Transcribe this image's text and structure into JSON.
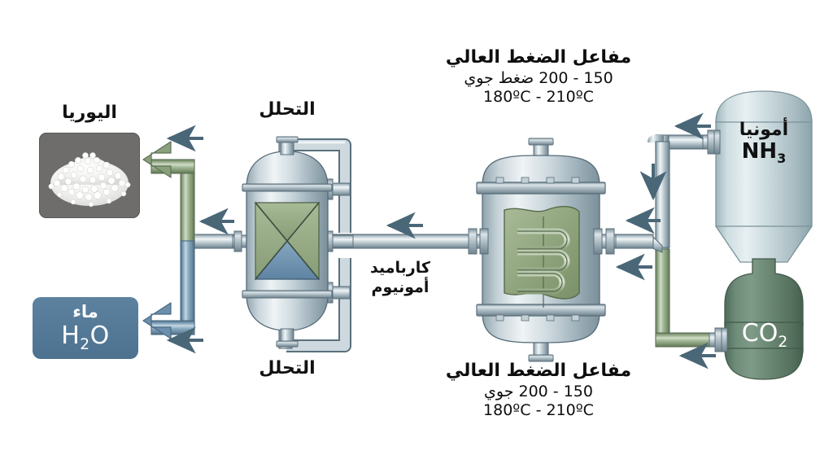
{
  "diagram": {
    "title_semantic": "urea-production-process-diagram",
    "language": "ar",
    "colors": {
      "arrow": "#4a6778",
      "pipe_metal_light": "#e6edf0",
      "pipe_metal_mid": "#aebcc4",
      "pipe_metal_dark": "#5d7280",
      "green_stream": "#8ba07e",
      "blue_stream": "#6b8fad",
      "vessel_body": "#b9c6cc",
      "vessel_green_fill": "#93a883",
      "vessel_blue_fill": "#6f94b2",
      "ammonia_tank": "#c3d4d8",
      "co2_tank": "#5f7f6c",
      "water_box": "#527696",
      "urea_box": "#6e6d6b",
      "text": "#111111"
    }
  },
  "labels": {
    "reactor_top": {
      "title": "مفاعل الضغط العالي",
      "pressure": "150 - 200 ضغط جوي",
      "temperature": "180ºC - 210ºC"
    },
    "reactor_bottom": {
      "title": "مفاعل الضغط العالي",
      "pressure": "150 - 200 جوي",
      "temperature": "180ºC - 210ºC"
    },
    "decomposition_top": "التحلل",
    "decomposition_bottom": "التحلل",
    "carbamate_line1": "كارباميد",
    "carbamate_line2": "أمونيوم",
    "urea_caption": "اليوريا",
    "water_name": "ماء",
    "water_formula_main": "H",
    "water_formula_sub": "2",
    "water_formula_tail": "O",
    "ammonia_name": "أمونيا",
    "ammonia_formula_main": "NH",
    "ammonia_formula_sub": "3",
    "co2_formula_main": "CO",
    "co2_formula_sub": "2"
  },
  "equipment": [
    {
      "id": "decomposer",
      "name": "التحلل",
      "type": "vertical-vessel"
    },
    {
      "id": "hp-reactor",
      "name": "مفاعل الضغط العالي",
      "type": "high-pressure-reactor"
    },
    {
      "id": "ammonia-tank",
      "name": "أمونيا NH3",
      "type": "storage-tank"
    },
    {
      "id": "co2-tank",
      "name": "CO2",
      "type": "storage-tank"
    },
    {
      "id": "urea-product",
      "name": "اليوريا",
      "type": "product-box"
    },
    {
      "id": "water-product",
      "name": "ماء H2O",
      "type": "product-box"
    }
  ],
  "flows": [
    {
      "from": "ammonia-tank",
      "to": "hp-reactor",
      "stream": "NH3",
      "color": "#aebcc4"
    },
    {
      "from": "co2-tank",
      "to": "hp-reactor",
      "stream": "CO2",
      "color": "#8ba07e"
    },
    {
      "from": "hp-reactor",
      "to": "decomposer",
      "stream": "كارباميد أمونيوم",
      "color": "#aebcc4"
    },
    {
      "from": "decomposer",
      "to": "urea-product",
      "stream": "اليوريا",
      "color": "#8ba07e"
    },
    {
      "from": "decomposer",
      "to": "water-product",
      "stream": "ماء",
      "color": "#6b8fad"
    }
  ]
}
